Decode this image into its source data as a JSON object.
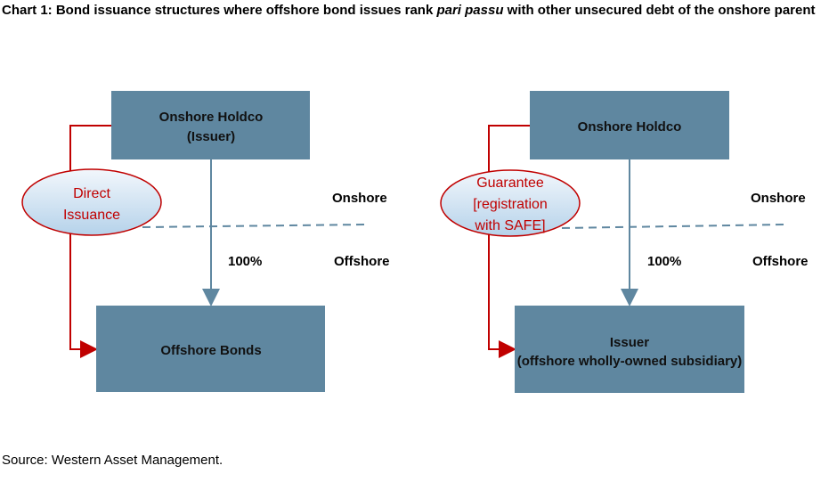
{
  "title": {
    "prefix": "Chart 1: Bond issuance structures where offshore bond issues rank ",
    "italic": "pari passu",
    "suffix": " with other unsecured debt of the onshore parent"
  },
  "left": {
    "top_box": [
      "Onshore Holdco",
      "(Issuer)"
    ],
    "bottom_box": [
      "Offshore Bonds"
    ],
    "ellipse": [
      "Direct",
      "Issuance"
    ],
    "ownership": "100%",
    "onshore_label": "Onshore",
    "offshore_label": "Offshore"
  },
  "right": {
    "top_box": [
      "Onshore Holdco"
    ],
    "bottom_box": [
      "Issuer",
      "(offshore wholly-owned subsidiary)"
    ],
    "ellipse": [
      "Guarantee",
      "[registration",
      "with SAFE]"
    ],
    "ownership": "100%",
    "onshore_label": "Onshore",
    "offshore_label": "Offshore"
  },
  "source": "Source: Western Asset Management.",
  "colors": {
    "box": "#5f87a0",
    "red": "#c00000",
    "arrow": "#5f87a0"
  }
}
